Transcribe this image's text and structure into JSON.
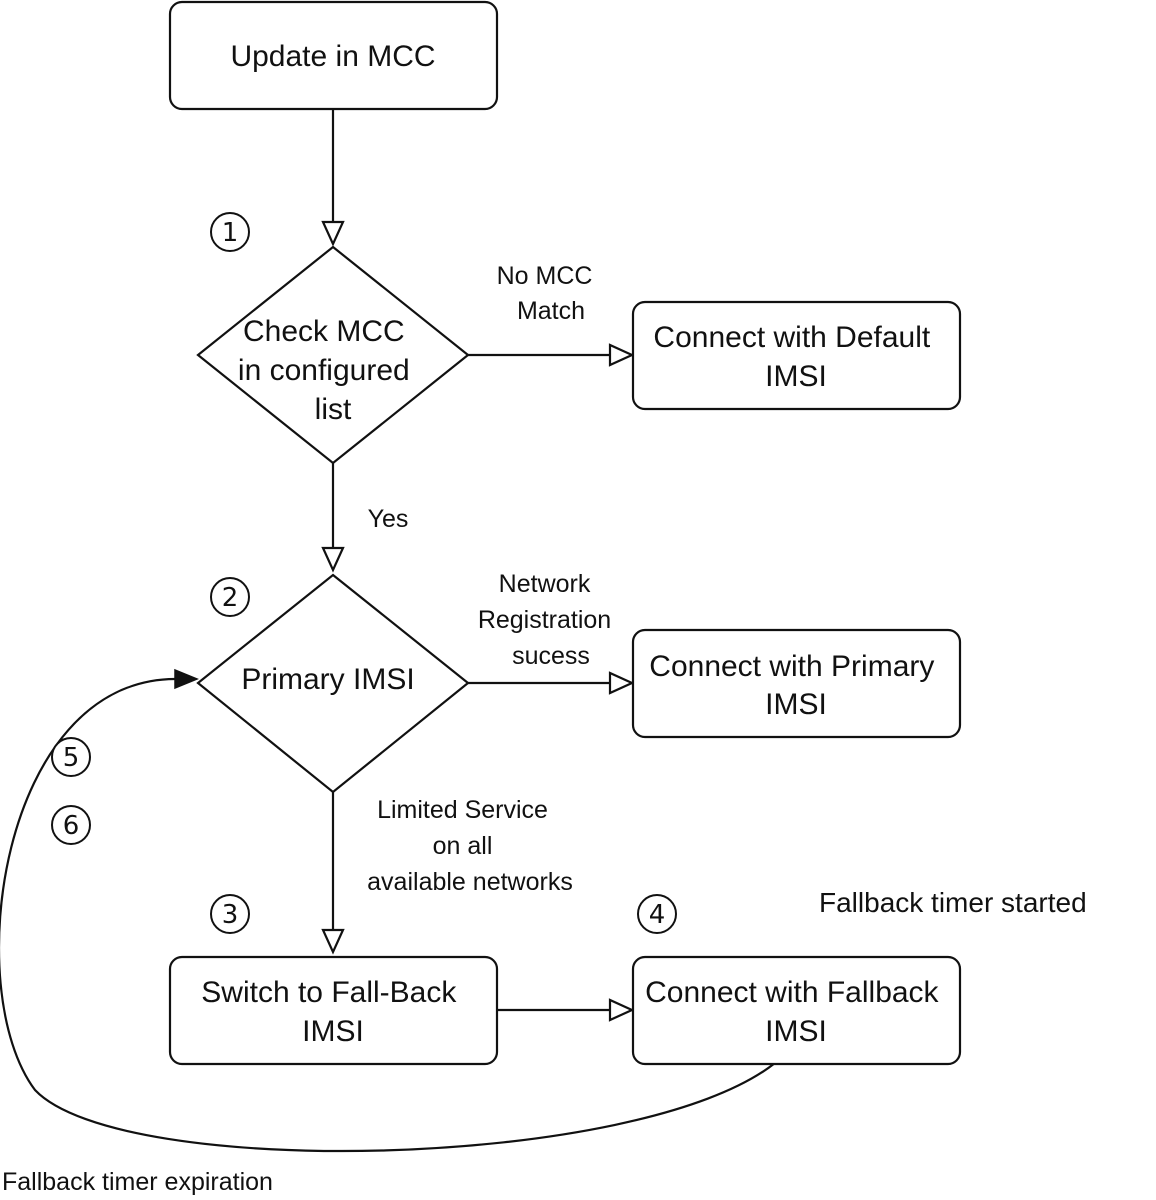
{
  "nodes": {
    "update_mcc": {
      "lines": [
        "Update in MCC"
      ]
    },
    "check_mcc": {
      "lines": [
        "Check MCC",
        "in configured",
        "list"
      ]
    },
    "default_imsi": {
      "lines": [
        "Connect with Default",
        "IMSI"
      ]
    },
    "primary_imsi": {
      "lines": [
        "Primary IMSI"
      ]
    },
    "connect_primary": {
      "lines": [
        "Connect with Primary",
        "IMSI"
      ]
    },
    "switch_fallback": {
      "lines": [
        "Switch to Fall-Back",
        "IMSI"
      ]
    },
    "connect_fallback": {
      "lines": [
        "Connect with Fallback",
        "IMSI"
      ]
    }
  },
  "edges": {
    "no_match": {
      "lines": [
        "No MCC",
        "Match"
      ]
    },
    "yes": {
      "lines": [
        "Yes"
      ]
    },
    "registration": {
      "lines": [
        "Network",
        "Registration",
        "sucess"
      ]
    },
    "limited": {
      "lines": [
        "Limited Service",
        "on all",
        "available networks"
      ]
    }
  },
  "steps": [
    "1",
    "2",
    "3",
    "4",
    "5",
    "6"
  ],
  "notes": {
    "timer_started": "Fallback timer started",
    "timer_expiration": "Fallback timer expiration"
  }
}
